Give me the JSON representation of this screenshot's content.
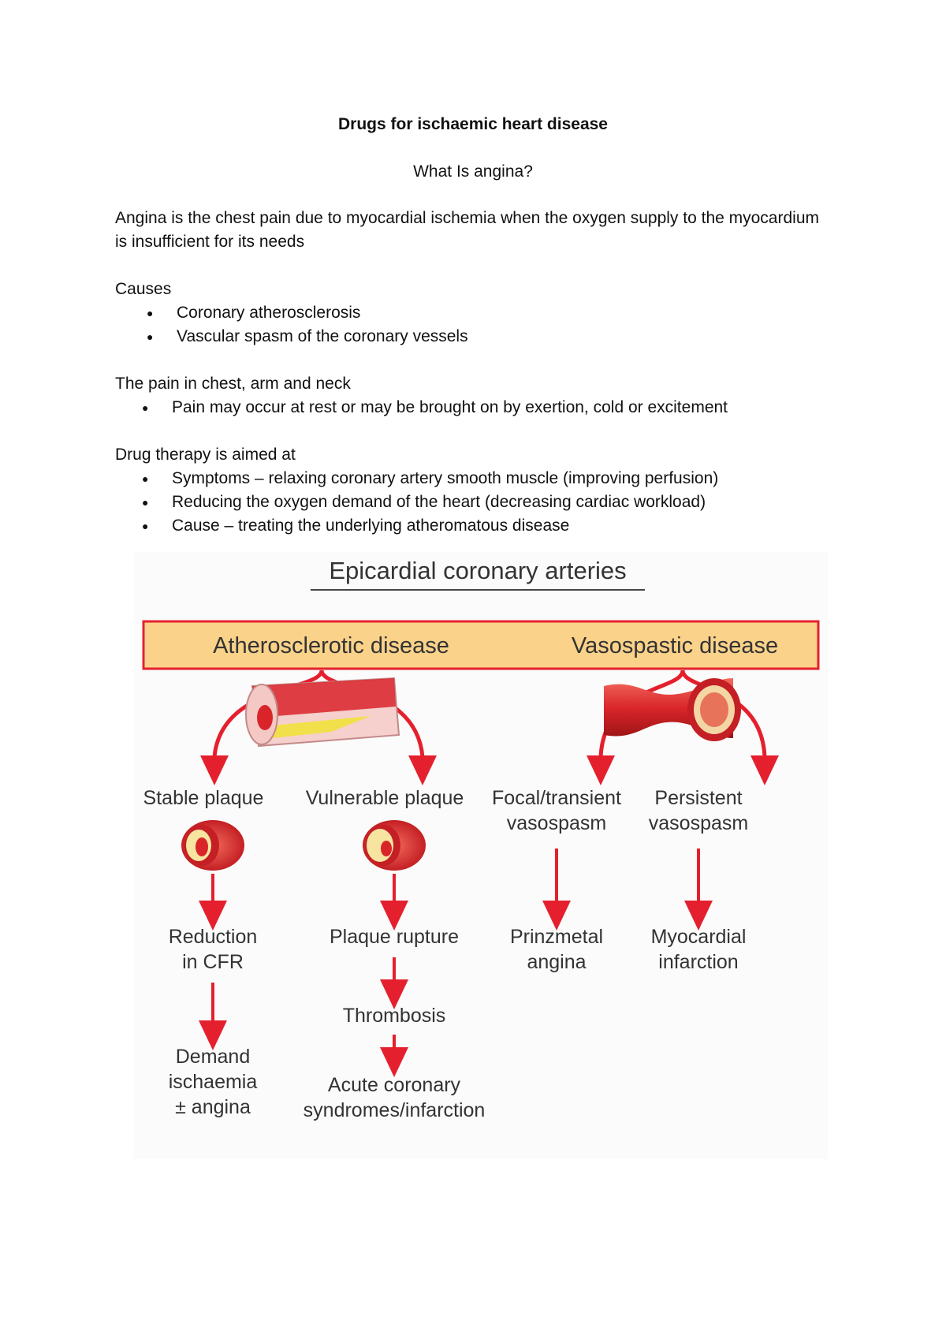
{
  "document": {
    "title": "Drugs for ischaemic heart disease",
    "subtitle": "What Is angina?",
    "definition": "Angina is the chest pain due to myocardial ischemia when the oxygen supply to the myocardium is insufficient for its needs",
    "causes": {
      "heading": "Causes",
      "items": [
        "Coronary atherosclerosis",
        "Vascular spasm of the coronary vessels"
      ]
    },
    "pain": {
      "heading": "The pain in chest, arm and neck",
      "items": [
        "Pain may occur at rest or may be brought on by exertion, cold or excitement"
      ]
    },
    "therapy": {
      "heading": "Drug therapy is aimed at",
      "items": [
        "Symptoms – relaxing coronary artery smooth muscle (improving perfusion)",
        "Reducing the oxygen demand of the heart (decreasing cardiac workload)",
        "Cause – treating the underlying atheromatous disease"
      ]
    }
  },
  "diagram": {
    "heading": "Epicardial coronary arteries",
    "banner_left": "Atherosclerotic disease",
    "banner_right": "Vasospastic disease",
    "stable_plaque": "Stable plaque",
    "vulnerable_plaque": "Vulnerable plaque",
    "focal_line1": "Focal/transient",
    "focal_line2": "vasospasm",
    "persistent_line1": "Persistent",
    "persistent_line2": "vasospasm",
    "reduction_line1": "Reduction",
    "reduction_line2": "in CFR",
    "plaque_rupture": "Plaque rupture",
    "prinzmetal_line1": "Prinzmetal",
    "prinzmetal_line2": "angina",
    "mi_line1": "Myocardial",
    "mi_line2": "infarction",
    "thrombosis": "Thrombosis",
    "demand_line1": "Demand",
    "demand_line2": "ischaemia",
    "demand_line3": "± angina",
    "acute_line1": "Acute coronary",
    "acute_line2": "syndromes/infarction",
    "colors": {
      "arrow": "#e5202e",
      "banner_fill": "#fbd28a",
      "banner_border": "#e5202e",
      "vessel": "#d9252a"
    }
  }
}
